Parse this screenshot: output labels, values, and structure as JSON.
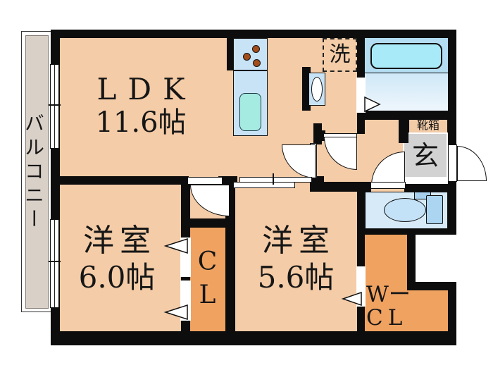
{
  "theme": {
    "wall": "#0d0d0d",
    "room-fill": "#f4cca7",
    "closet-fill": "#f0a261",
    "balcony-fill": "#d9d0c8",
    "genkan-fill": "#d2d2d2",
    "shoebox-fill": "#f2cba7",
    "fixture-blue": "#c9e3f6",
    "sink-teal": "#a5ebe1",
    "tub-zone": "#b4ddf2",
    "tub-fill": "#a9eaf8",
    "toilet-room": "#d7eaf8",
    "toilet-bowl": "#c4e2f7",
    "toilet-tank": "#acd5f1",
    "burner-brown": "#a34d1b"
  },
  "labels": {
    "ldk": {
      "name": "LDK",
      "size": "11.6帖"
    },
    "bedroom_west": {
      "name": "洋室",
      "size": "6.0帖"
    },
    "bedroom_east": {
      "name": "洋室",
      "size": "5.6帖"
    },
    "balcony": "バルコニー",
    "closet": "CL",
    "wcl_line1": "Wー",
    "wcl_line2": "CL",
    "entrance": "玄",
    "shoe_box": "靴箱",
    "laundry": "洗"
  }
}
